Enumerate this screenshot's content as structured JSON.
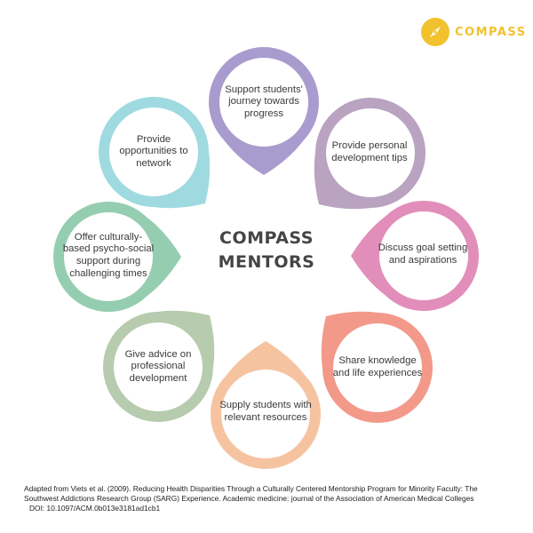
{
  "logo": {
    "text": "COMPASS",
    "color": "#f2c12e"
  },
  "center": {
    "line1": "COMPASS",
    "line2": "MENTORS"
  },
  "petals": [
    {
      "text": "Support students' journey towards progress",
      "color": "#a89cce",
      "icon": ""
    },
    {
      "text": "Provide personal development tips",
      "color": "#b9a3c1"
    },
    {
      "text": "Discuss goal setting and aspirations",
      "color": "#e28ebb"
    },
    {
      "text": "Share knowledge and life experiences",
      "color": "#f2998a"
    },
    {
      "text": "Supply students with relevant resources",
      "color": "#f6c3a1"
    },
    {
      "text": "Give advice on professional development",
      "color": "#b7cbae"
    },
    {
      "text": "Offer culturally-based psycho-social support during challenging times",
      "color": "#95cdb1"
    },
    {
      "text": "Provide opportunities to network",
      "color": "#9fdae0"
    }
  ],
  "citation": {
    "line1": "Adapted from Viets et al. (2009). Reducing Health Disparities Through a Culturally Centered Mentorship Program for Minority Faculty: The",
    "line2": "Southwest Addictions Research Group (SARG) Experience. Academic medicine: journal of the Association of American Medical Colleges",
    "line3": "DOI: 10.1097/ACM.0b013e3181ad1cb1"
  }
}
